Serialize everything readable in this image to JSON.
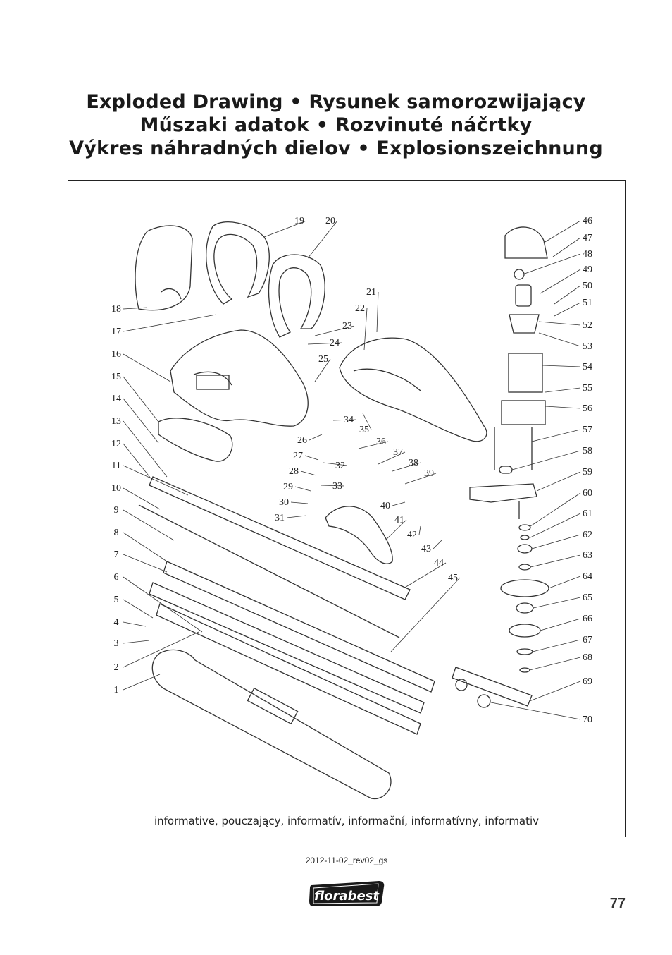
{
  "title": {
    "line1": "Exploded Drawing • Rysunek samorozwijający",
    "line2": "Műszaki adatok • Rozvinuté náčrtky",
    "line3": "Výkres náhradných dielov • Explosionszeichnung"
  },
  "diagram": {
    "part_numbers": [
      "1",
      "2",
      "3",
      "4",
      "5",
      "6",
      "7",
      "8",
      "9",
      "10",
      "11",
      "12",
      "13",
      "14",
      "15",
      "16",
      "17",
      "18",
      "19",
      "20",
      "21",
      "22",
      "23",
      "24",
      "25",
      "26",
      "27",
      "28",
      "29",
      "30",
      "31",
      "32",
      "33",
      "34",
      "35",
      "36",
      "37",
      "38",
      "39",
      "40",
      "41",
      "42",
      "43",
      "44",
      "45",
      "46",
      "47",
      "48",
      "49",
      "50",
      "51",
      "52",
      "53",
      "54",
      "55",
      "56",
      "57",
      "58",
      "59",
      "60",
      "61",
      "62",
      "63",
      "64",
      "65",
      "66",
      "67",
      "68",
      "69",
      "70"
    ],
    "caption": "informative, pouczający, informatív, informační, informatívny, informativ"
  },
  "footer": {
    "revision": "2012-11-02_rev02_gs",
    "logo_text": "florabest",
    "page_number": "77"
  }
}
